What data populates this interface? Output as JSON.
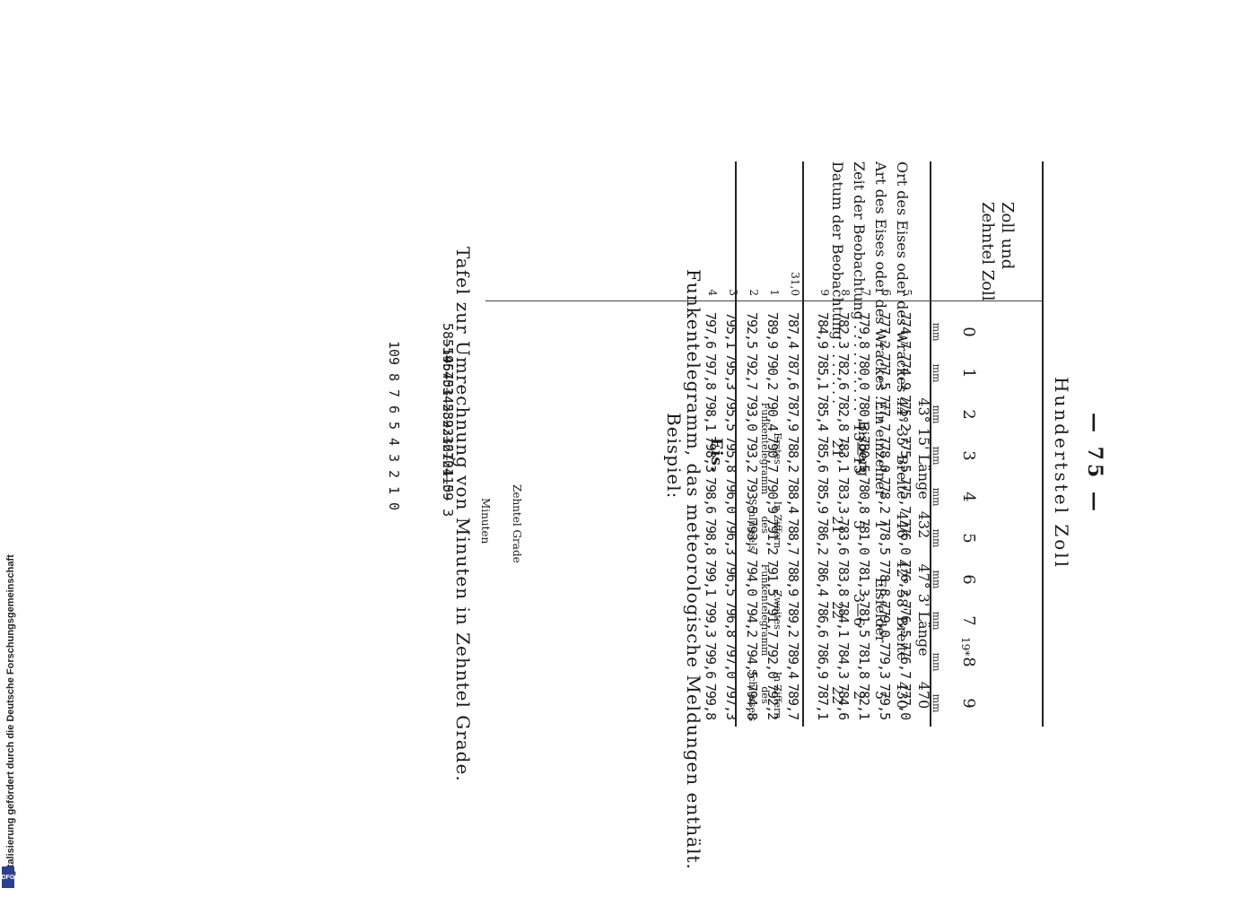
{
  "page": {
    "number": "— 75 —",
    "caption": "Hundertstel Zoll",
    "signature": "19*"
  },
  "main_table": {
    "corner": [
      "Zoll und",
      "Zehntel Zoll"
    ],
    "columns": [
      "0",
      "1",
      "2",
      "3",
      "4",
      "5",
      "6",
      "7",
      "8",
      "9"
    ],
    "unit": "mm",
    "rows": [
      {
        "label": "5",
        "values": [
          "774,7",
          "774,9",
          "775,2",
          "775,5",
          "775,7",
          "776,0",
          "776,2",
          "776,5",
          "776,7",
          "777,0"
        ]
      },
      {
        "label": "6",
        "values": [
          "777,2",
          "777,5",
          "777,7",
          "778,0",
          "778,2",
          "778,5",
          "778,8",
          "779,0",
          "779,3",
          "779,5"
        ]
      },
      {
        "label": "7",
        "values": [
          "779,8",
          "780,0",
          "780,3",
          "780,5",
          "780,8",
          "781,0",
          "781,3",
          "781,5",
          "781,8",
          "782,1"
        ]
      },
      {
        "label": "8",
        "values": [
          "782,3",
          "782,6",
          "782,8",
          "783,1",
          "783,3",
          "783,6",
          "783,8",
          "784,1",
          "784,3",
          "784,6"
        ]
      },
      {
        "label": "9",
        "values": [
          "784,9",
          "785,1",
          "785,4",
          "785,6",
          "785,9",
          "786,2",
          "786,4",
          "786,6",
          "786,9",
          "787,1"
        ]
      },
      {
        "label": "31,0",
        "values": [
          "787,4",
          "787,6",
          "787,9",
          "788,2",
          "788,4",
          "788,7",
          "788,9",
          "789,2",
          "789,4",
          "789,7"
        ]
      },
      {
        "label": "1",
        "values": [
          "789,9",
          "790,2",
          "790,4",
          "790,7",
          "790,9",
          "791,2",
          "791,5",
          "791,7",
          "792,0",
          "792,2"
        ]
      },
      {
        "label": "2",
        "values": [
          "792,5",
          "792,7",
          "793,0",
          "793,2",
          "793,5",
          "793,7",
          "794,0",
          "794,2",
          "794,5",
          "794,8"
        ]
      },
      {
        "label": "3",
        "values": [
          "795,1",
          "795,3",
          "795,5",
          "795,8",
          "796,0",
          "796,3",
          "796,5",
          "796,8",
          "797,0",
          "797,3"
        ]
      },
      {
        "label": "4",
        "values": [
          "797,6",
          "797,8",
          "798,1",
          "798,3",
          "798,6",
          "798,8",
          "799,1",
          "799,3",
          "799,6",
          "799,8"
        ]
      }
    ]
  },
  "minutes_table": {
    "title": "Tafel zur Umrechnung von Minuten in Zehntel Grade.",
    "head_minutes": "Minuten",
    "head_tenths": "Zehntel Grade",
    "rows": [
      {
        "min": "0— 3",
        "tenth": "0"
      },
      {
        "min": "4— 9",
        "tenth": "1"
      },
      {
        "min": "10—15",
        "tenth": "2"
      },
      {
        "min": "16—21",
        "tenth": "3"
      },
      {
        "min": "22—27",
        "tenth": "4"
      },
      {
        "min": "28—33",
        "tenth": "5"
      },
      {
        "min": "34—39",
        "tenth": "6"
      },
      {
        "min": "40—45",
        "tenth": "7"
      },
      {
        "min": "46—51",
        "tenth": "8"
      },
      {
        "min": "51—57",
        "tenth": "9"
      },
      {
        "min": "58—59",
        "tenth": "10"
      }
    ]
  },
  "example": {
    "heading": "Beispiel:",
    "subtitle": "Funkentelegramm, das meteorologische Meldungen enthält.",
    "topic": "Eis.",
    "col_first": "Erstes Funkentelegramm",
    "col_first_key": "In Ziffern des Schlüssels",
    "col_second": "Zweites Funkentelegramm",
    "col_second_key": "In Ziffern des Schlüssels",
    "rows": [
      {
        "label": "Datum der Beobachtung . . . . . . .",
        "first": "21",
        "first_key": "21",
        "second": "22",
        "second_key": "22"
      },
      {
        "label": "Zeit der Beobachtung . . . . . . . . . .",
        "first": "13—15",
        "first_key": "5",
        "second": "3—6",
        "second_key": "2"
      },
      {
        "label": "Art des Eises oder des Wrackes . .",
        "first": "Ein einzelner Eisberg",
        "first_key": "1",
        "second": "Eisfelder",
        "second_key": "5"
      },
      {
        "label": "Ort des Eises oder des Wrackes . .",
        "first": "44° 35' Breite",
        "first_key": "446",
        "second": "42° 58' Breite",
        "second_key": "430"
      },
      {
        "label": "",
        "first": "43° 15' Länge",
        "first_key": "432",
        "second": "47° 3' Länge",
        "second_key": "470"
      }
    ]
  },
  "footer": {
    "side_text": "Digitalisierung gefördert durch die Deutsche Forschungsgemeinschaft",
    "logo": "DFG"
  }
}
